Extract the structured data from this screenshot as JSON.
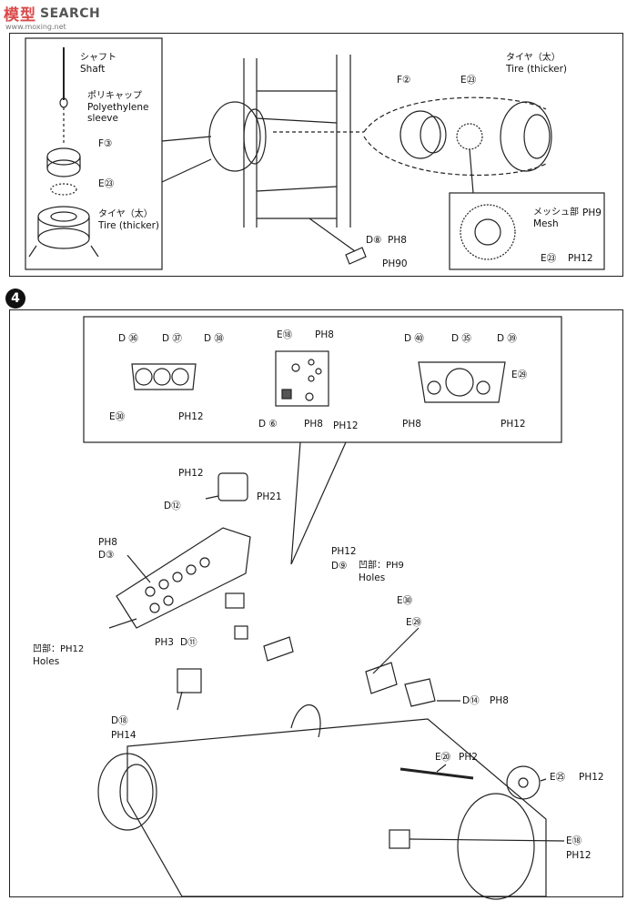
{
  "watermark": {
    "logo": "模型",
    "word": "SEARCH",
    "url": "www.moxing.net"
  },
  "step1": {
    "shaft_jp": "シャフト",
    "shaft_en": "Shaft",
    "poly_jp": "ポリキャップ",
    "poly_en1": "Polyethylene",
    "poly_en2": "sleeve",
    "f3": "F③",
    "e23": "E㉓",
    "tire_jp": "タイヤ（太）",
    "tire_en": "Tire (thicker)",
    "f2": "F②",
    "e23b": "E㉓",
    "tire2_jp": "タイヤ（太）",
    "tire2_en": "Tire (thicker)",
    "d8": "D⑧",
    "ph8": "PH8",
    "ph90": "PH90",
    "mesh_jp": "メッシュ部",
    "mesh_en": "Mesh",
    "ph9": "PH9",
    "e23c": "E㉓",
    "ph12": "PH12"
  },
  "step2": {
    "number": "4",
    "inset": {
      "d36": "D ㊱",
      "d37": "D ㊲",
      "d38": "D ㊳",
      "e30": "E㉚",
      "ph12a": "PH12",
      "e18": "E⑱",
      "ph8a": "PH8",
      "d6": "D ⑥",
      "ph8b": "PH8",
      "ph12b": "PH12",
      "d40": "D ㊵",
      "d35": "D ㉟",
      "d39": "D ㊴",
      "e29": "E㉙",
      "ph8c": "PH8",
      "ph12c": "PH12"
    },
    "main": {
      "ph12": "PH12",
      "d12": "D⑫",
      "ph21": "PH21",
      "ph8": "PH8",
      "d3": "D③",
      "ph12b": "PH12",
      "d9": "D⑨",
      "holes_jp": "凹部：PH9",
      "holes": "Holes",
      "e30": "E㉚",
      "ph3": "PH3",
      "d11": "D⑪",
      "holes2_jp": "凹部：PH12",
      "holes2": "Holes",
      "e29": "E㉙",
      "d14": "D⑭",
      "ph8c": "PH8",
      "d18": "D⑱",
      "ph14": "PH14",
      "e20": "E⑳",
      "ph2": "PH2",
      "e25": "E㉕",
      "ph12c": "PH12",
      "e18": "E⑱",
      "ph12d": "PH12"
    }
  }
}
